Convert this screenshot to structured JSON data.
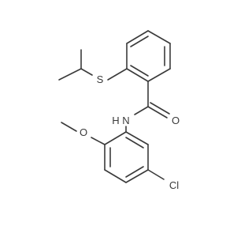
{
  "molecule": {
    "atoms": {
      "sulfur": "S",
      "amide_nitrogen": "N",
      "amide_hydrogen": "H",
      "carbonyl_oxygen": "O",
      "methoxy_oxygen": "O",
      "chlorine": "Cl"
    },
    "colors": {
      "bond": "#3a3a3a",
      "label": "#3a3a3a",
      "background": "#ffffff"
    }
  }
}
